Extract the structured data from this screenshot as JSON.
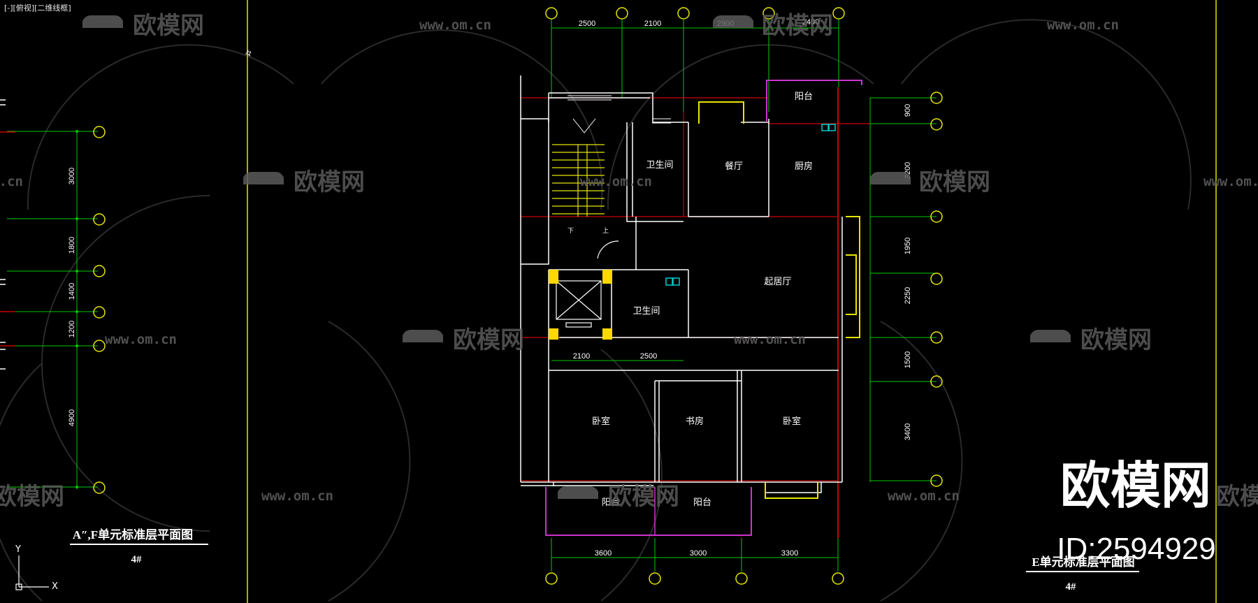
{
  "viewport": {
    "label": "[-][俯视][二维线框]"
  },
  "colors": {
    "background": "#000000",
    "grid_line": "#00cc00",
    "wall": "#ffffff",
    "axis_bubble": "#e6e600",
    "red_line": "#cc0000",
    "magenta": "#cc33cc",
    "highlight": "#ffd800",
    "cyan": "#00cccc"
  },
  "watermark": {
    "brand": "欧模网",
    "url": "www.om.cn",
    "big_brand": "欧模网",
    "id": "ID:2594929"
  },
  "left_plan": {
    "vertical_dims": [
      "3000",
      "1800",
      "1400",
      "1200",
      "4900"
    ],
    "title": "A″,F单元标准层平面图",
    "subtitle": "4#"
  },
  "right_plan": {
    "top_dims": [
      "2500",
      "2100",
      "2900",
      "2400"
    ],
    "bottom_dims": [
      "3600",
      "3000",
      "3300"
    ],
    "inner_dims": [
      "2100",
      "2500"
    ],
    "right_dims": [
      "900",
      "3200",
      "1950",
      "2250",
      "1500",
      "3400"
    ],
    "rooms": {
      "balcony_top": "阳台",
      "bath_1": "卫生间",
      "dining": "餐厅",
      "kitchen": "厨房",
      "living": "起居厅",
      "bath_2": "卫生间",
      "bedroom_left": "卧室",
      "study": "书房",
      "bedroom_right": "卧室",
      "balcony_bottom_left": "阳台",
      "balcony_bottom_right": "阳台"
    },
    "stair_down": "下",
    "stair_up": "上",
    "title": "E单元标准层平面图",
    "subtitle": "4#"
  },
  "ucs": {
    "x": "X",
    "y": "Y"
  },
  "misc_mark": "々"
}
